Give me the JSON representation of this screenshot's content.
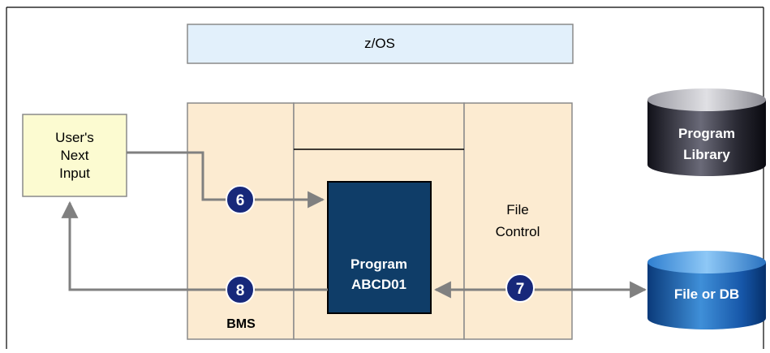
{
  "title": "z/OS",
  "user_input": {
    "line1": "User's",
    "line2": "Next",
    "line3": "Input"
  },
  "regions": {
    "bms": "BMS",
    "file_control_line1": "File",
    "file_control_line2": "Control"
  },
  "program": {
    "line1": "Program",
    "line2": "ABCD01"
  },
  "steps": {
    "six": "6",
    "seven": "7",
    "eight": "8"
  },
  "program_library": {
    "line1": "Program",
    "line2": "Library"
  },
  "file_db": {
    "label": "File or DB"
  },
  "colors": {
    "zos_fill": "#e2f0fb",
    "region_fill": "#fcebd1",
    "input_fill": "#fcfbd1",
    "program_fill": "#0f3d68",
    "step_fill": "#17287a",
    "arrow": "#808080"
  }
}
